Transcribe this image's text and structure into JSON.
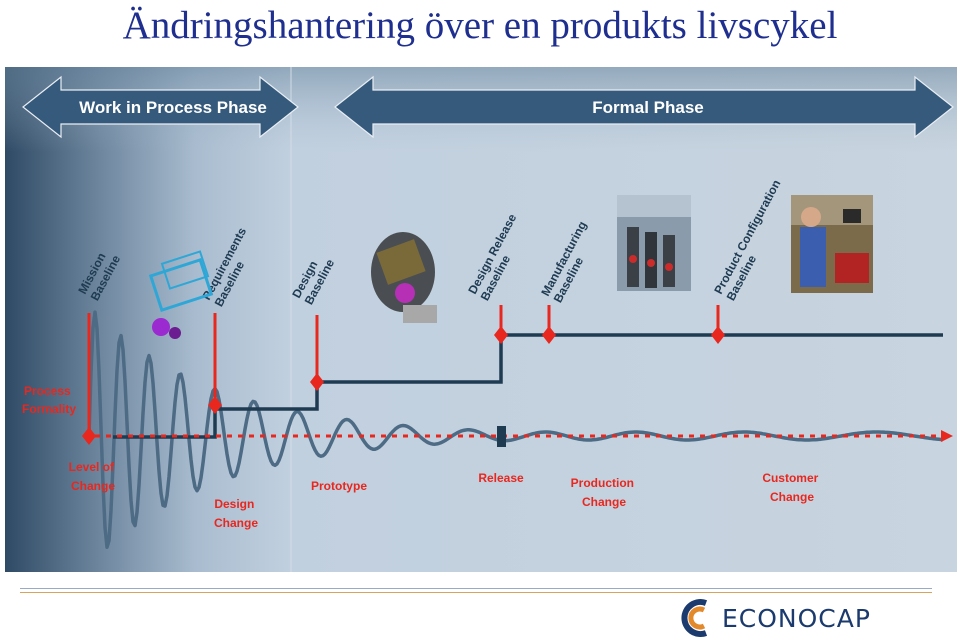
{
  "title": "Ändringshantering över en produkts livscykel",
  "phases": {
    "wip": "Work in Process Phase",
    "formal": "Formal Phase"
  },
  "baselines": {
    "mission": [
      "Mission",
      "Baseline"
    ],
    "requirements": [
      "Requirements",
      "Baseline"
    ],
    "design": [
      "Design",
      "Baseline"
    ],
    "design_release": [
      "Design Release",
      "Baseline"
    ],
    "manufacturing": [
      "Manufacturing",
      "Baseline"
    ],
    "product_config": [
      "Product Configuration",
      "Baseline"
    ]
  },
  "labels": {
    "process_formality": [
      "Process",
      "Formality"
    ],
    "level_of_change": [
      "Level of",
      "Change"
    ],
    "design_change": [
      "Design",
      "Change"
    ],
    "prototype": "Prototype",
    "release": "Release",
    "production_change": [
      "Production",
      "Change"
    ],
    "customer_change": [
      "Customer",
      "Change"
    ]
  },
  "logo": {
    "text": "ECONOCAP"
  },
  "colors": {
    "title": "#1f2f8f",
    "arrow_fill": "#355a7c",
    "red": "#e8271e",
    "line": "#1f3b52",
    "wave": "#4d6b84",
    "logo_blue": "#1b3a6d",
    "logo_orange": "#e2892b"
  }
}
